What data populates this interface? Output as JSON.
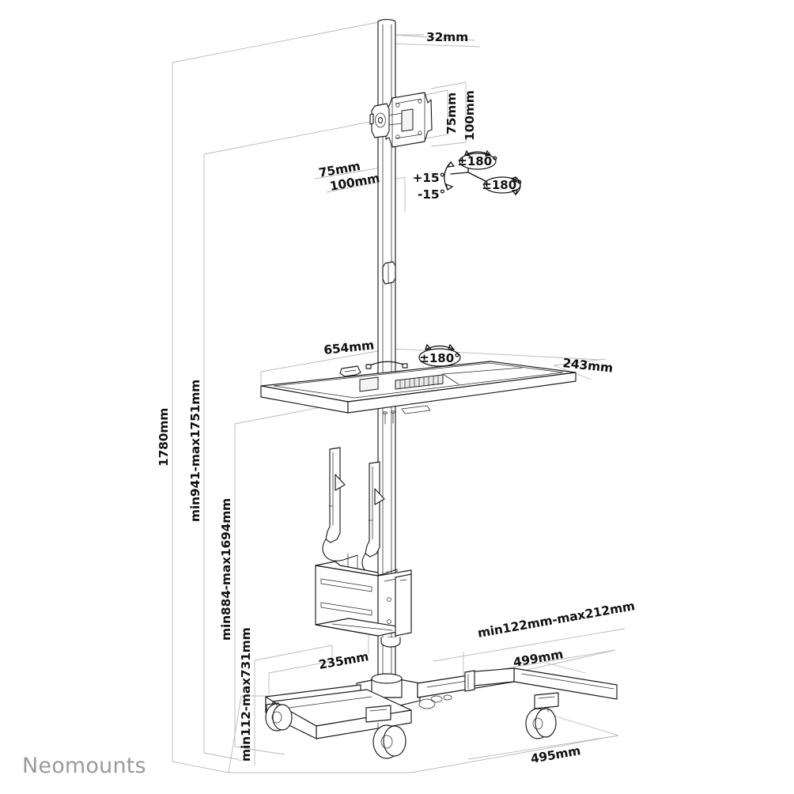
{
  "brand": {
    "name": "Neomounts"
  },
  "drawing": {
    "title": "Mobile Workstation Technical Drawing",
    "units": "mm",
    "projection": "isometric",
    "line_color_dimension": "#b9b9b9",
    "line_color_part": "#1b1b1b",
    "brand_color": "#9a9a9a"
  },
  "dimensions": {
    "pole_diameter": "32mm",
    "vesa_vertical_small": "75mm",
    "vesa_vertical_large": "100mm",
    "vesa_horizontal_small": "75mm",
    "vesa_horizontal_large": "100mm",
    "worksurface_width": "654mm",
    "worksurface_depth": "243mm",
    "total_height": "1780mm",
    "worksurface_height_range": "min941-max1751mm",
    "monitor_height_range": "min884-max1694mm",
    "cpu_holder_height_range": "min112-max731mm",
    "cpu_holder_width": "235mm",
    "cpu_holder_depth_range": "min122mm-max212mm",
    "base_depth": "499mm",
    "base_width": "495mm"
  },
  "angles": {
    "monitor_rotation_top": "±180°",
    "monitor_tilt_up": "+15°",
    "monitor_tilt_down": "-15°",
    "monitor_rotation_side": "±180°",
    "worksurface_swivel": "±180°"
  },
  "labels": [
    {
      "id": "pole-diameter",
      "text": "32mm"
    },
    {
      "id": "vesa-v-75",
      "text": "75mm"
    },
    {
      "id": "vesa-v-100",
      "text": "100mm"
    },
    {
      "id": "vesa-h-75",
      "text": "75mm"
    },
    {
      "id": "vesa-h-100",
      "text": "100mm"
    },
    {
      "id": "rot-top",
      "text": "±180°"
    },
    {
      "id": "tilt-up",
      "text": "+15°"
    },
    {
      "id": "tilt-down",
      "text": "-15°"
    },
    {
      "id": "rot-side",
      "text": "±180°"
    },
    {
      "id": "surface-width",
      "text": "654mm"
    },
    {
      "id": "surface-swivel",
      "text": "±180°"
    },
    {
      "id": "surface-depth",
      "text": "243mm"
    },
    {
      "id": "total-height",
      "text": "1780mm"
    },
    {
      "id": "surface-range",
      "text": "min941-max1751mm"
    },
    {
      "id": "monitor-range",
      "text": "min884-max1694mm"
    },
    {
      "id": "cpu-range",
      "text": "min112-max731mm"
    },
    {
      "id": "cpu-width",
      "text": "235mm"
    },
    {
      "id": "cpu-depth-range",
      "text": "min122mm-max212mm"
    },
    {
      "id": "base-depth",
      "text": "499mm"
    },
    {
      "id": "base-width",
      "text": "495mm"
    }
  ],
  "components": [
    {
      "id": "pole",
      "name": "vertical-pole"
    },
    {
      "id": "vesa-plate",
      "name": "vesa-monitor-mount"
    },
    {
      "id": "cable-clip",
      "name": "cable-clip"
    },
    {
      "id": "worksurface",
      "name": "keyboard-work-surface"
    },
    {
      "id": "cpu-holder",
      "name": "cpu-holder"
    },
    {
      "id": "base-cross",
      "name": "cross-base"
    },
    {
      "id": "casters",
      "name": "caster-wheels"
    }
  ]
}
